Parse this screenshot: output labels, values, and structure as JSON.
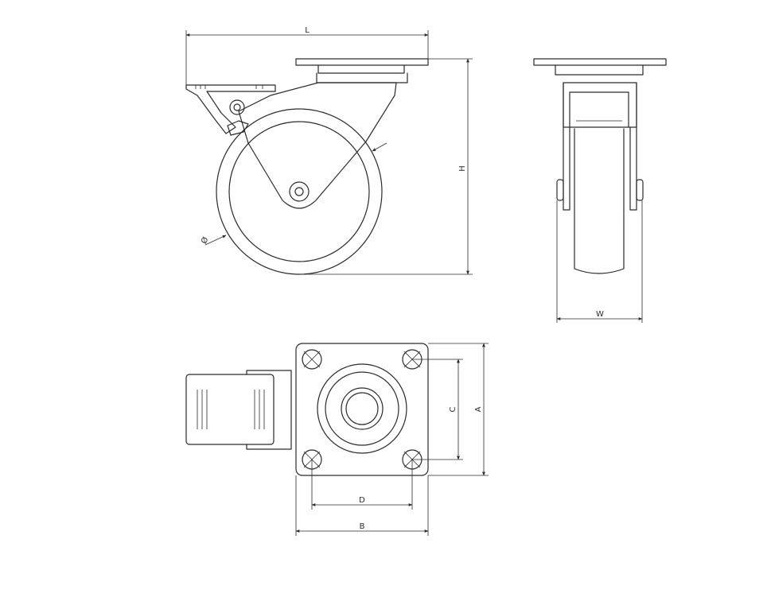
{
  "dimension_labels": {
    "length": "L",
    "height": "H",
    "wheel_diameter": "Ø",
    "width": "W",
    "plate_width": "A",
    "hole_spacing_vertical": "C",
    "hole_spacing_horizontal": "D",
    "plate_length": "B"
  },
  "colors": {
    "line": "#2a2a2a",
    "background": "#ffffff"
  }
}
